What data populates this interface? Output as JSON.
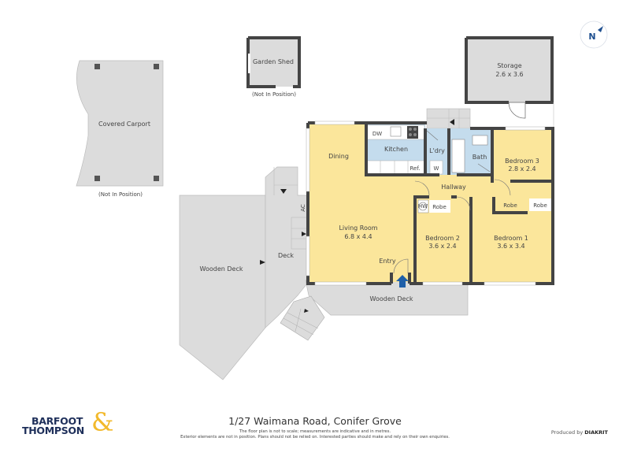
{
  "plan": {
    "address": "1/27 Waimana Road, Conifer Grove",
    "disclaimer_line1": "The floor plan is not to scale; measurements are indicative and in metres.",
    "disclaimer_line2": "Exterior elements are not in position. Plans should not be relied on. Interested parties should make and rely on their own enquiries.",
    "compass": "N",
    "colors": {
      "interior": "#fbe69b",
      "wet_area": "#c4dced",
      "exterior": "#dcdcdc",
      "wall": "#444444",
      "entry_arrow": "#1f5fa8"
    }
  },
  "rooms": {
    "living": {
      "name": "Living Room",
      "size": "6.8 x 4.4"
    },
    "dining": {
      "name": "Dining"
    },
    "kitchen": {
      "name": "Kitchen"
    },
    "laundry": {
      "name": "L'dry"
    },
    "bath": {
      "name": "Bath"
    },
    "bedroom1": {
      "name": "Bedroom 1",
      "size": "3.6 x 3.4"
    },
    "bedroom2": {
      "name": "Bedroom 2",
      "size": "3.6 x 2.4"
    },
    "bedroom3": {
      "name": "Bedroom 3",
      "size": "2.8 x 2.4"
    },
    "hallway": {
      "name": "Hallway"
    },
    "entry": {
      "name": "Entry"
    },
    "storage": {
      "name": "Storage",
      "size": "2.6 x 3.6"
    },
    "garden_shed": {
      "name": "Garden Shed",
      "note": "(Not In Position)"
    },
    "carport": {
      "name": "Covered Carport",
      "note": "(Not In Position)"
    },
    "wooden_deck_left": {
      "name": "Wooden Deck"
    },
    "wooden_deck_front": {
      "name": "Wooden Deck"
    },
    "deck": {
      "name": "Deck"
    }
  },
  "fixtures": {
    "dishwasher": "DW",
    "fridge": "Ref.",
    "washer": "W",
    "hot_water": "HW",
    "ac": "AC",
    "robe_bed2": "Robe",
    "robe_bed1": "Robe",
    "robe_bed3": "Robe"
  },
  "branding": {
    "line1": "BARFOOT",
    "line2": "THOMPSON",
    "ampersand": "&",
    "produced_prefix": "Produced by",
    "producer": "DIAKRIT"
  }
}
